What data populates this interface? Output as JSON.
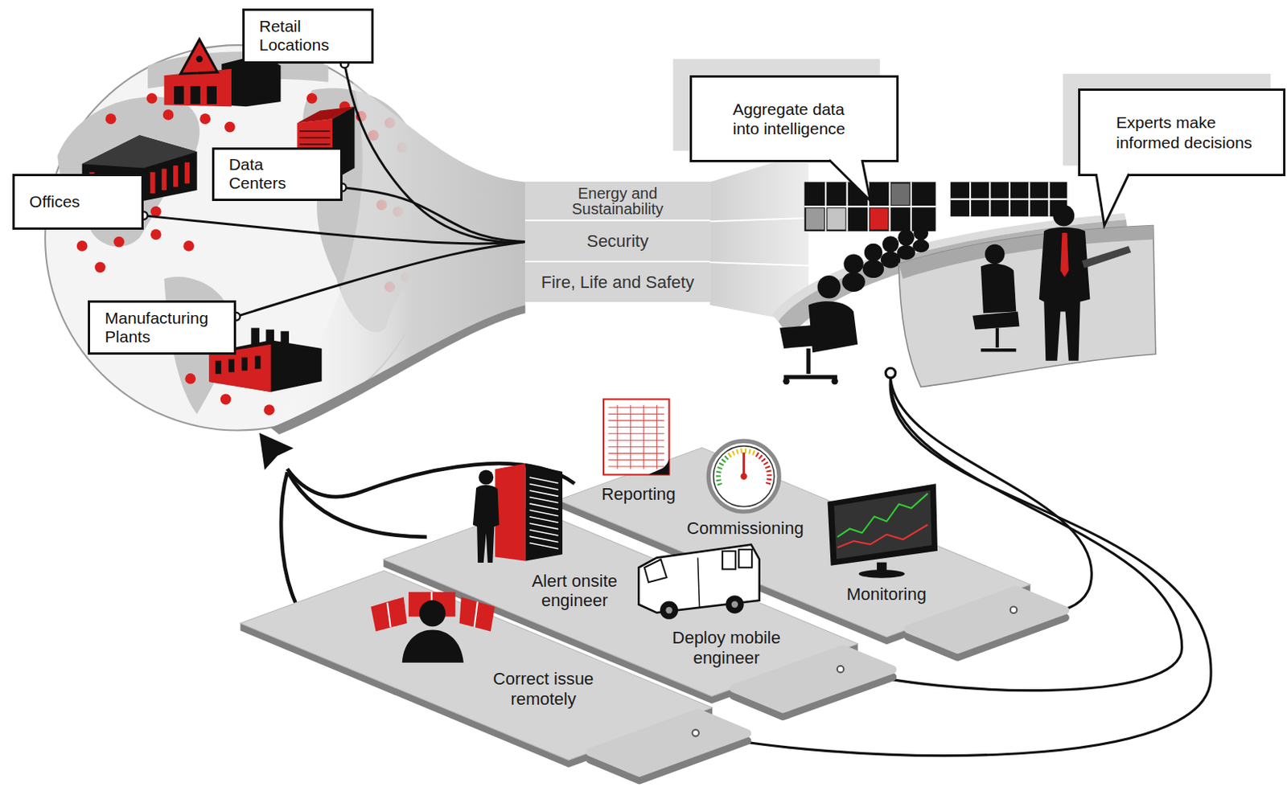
{
  "diagram": {
    "nodes": [
      {
        "text": [
          "Retail Locations"
        ]
      },
      {
        "text": [
          "Aggregate data into intelligence"
        ]
      },
      {
        "text": [
          "Experts make informed decisions"
        ]
      },
      {
        "text": [
          "Data Centers"
        ]
      },
      {
        "text": [
          "Offices"
        ]
      },
      {
        "text": [
          "Energy and Sustainability"
        ]
      },
      {
        "text": [
          "Security"
        ]
      },
      {
        "text": [
          "Fire, Life and Safety"
        ]
      },
      {
        "text": [
          "Manufacturing Plants"
        ]
      },
      {
        "text": [
          "Reporting",
          "Commissioning",
          "Monitoring"
        ]
      },
      {
        "text": [
          "Alert onsite engineer",
          "Deploy mobile engineer"
        ]
      },
      {
        "text": [
          "Correct issue remotely"
        ]
      }
    ],
    "edges": [
      {
        "from": 0,
        "to": 6,
        "arrow": "none"
      },
      {
        "from": 3,
        "to": 6,
        "arrow": "none"
      },
      {
        "from": 4,
        "to": 6,
        "arrow": "none"
      },
      {
        "from": 8,
        "to": 6,
        "arrow": "none"
      }
    ]
  }
}
